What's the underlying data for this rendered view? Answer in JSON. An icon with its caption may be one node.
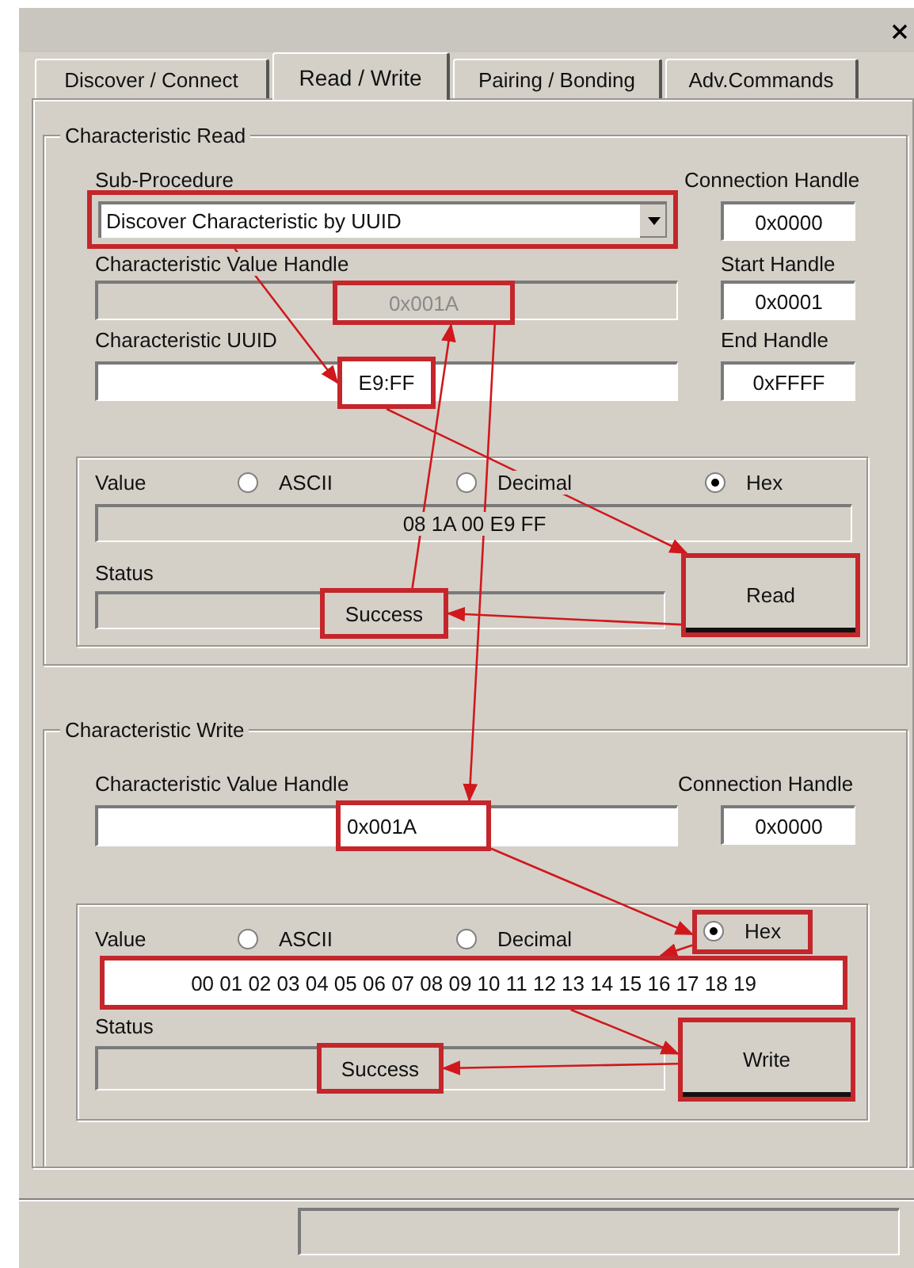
{
  "diagram": {
    "nodes": [
      {
        "text": [
          "Discover Characteristic by UUID"
        ]
      },
      {
        "text": [
          "0x001A"
        ]
      },
      {
        "text": [
          "E9:FF"
        ]
      },
      {
        "text": [
          "Read"
        ]
      },
      {
        "text": [
          "Success"
        ]
      },
      {
        "text": [
          "0x001A"
        ]
      },
      {
        "text": [
          "Hex"
        ]
      },
      {
        "text": [
          "00 01 02 03 04 05 06 07 08 09 10 11 12 13 14 15 16 17 18 19"
        ]
      },
      {
        "text": [
          "Write"
        ]
      },
      {
        "text": [
          "Success"
        ]
      }
    ],
    "edges": [
      {
        "from": 0,
        "to": 2,
        "arrow": "to"
      },
      {
        "from": 2,
        "to": 3,
        "arrow": "to"
      },
      {
        "from": 3,
        "to": 4,
        "arrow": "to"
      },
      {
        "from": 4,
        "to": 1,
        "arrow": "to"
      },
      {
        "from": 1,
        "to": 5,
        "arrow": "to"
      },
      {
        "from": 5,
        "to": 6,
        "arrow": "to"
      },
      {
        "from": 6,
        "to": 7,
        "arrow": "to"
      },
      {
        "from": 7,
        "to": 8,
        "arrow": "to"
      },
      {
        "from": 8,
        "to": 9,
        "arrow": "to"
      }
    ],
    "labels": [
      "Discover / Connect",
      "Read / Write",
      "Pairing / Bonding",
      "Adv.Commands",
      "Characteristic Read",
      "Sub-Procedure",
      "Connection Handle",
      "0x0000",
      "Characteristic Value Handle",
      "Start Handle",
      "0x0001",
      "Characteristic UUID",
      "End Handle",
      "0xFFFF",
      "Value",
      "ASCII",
      "Decimal",
      "Hex",
      "08 1A 00 E9 FF",
      "Status",
      "Characteristic Write",
      "Characteristic Value Handle",
      "Connection Handle",
      "0x0000",
      "Value",
      "ASCII",
      "Decimal",
      "Status"
    ]
  }
}
